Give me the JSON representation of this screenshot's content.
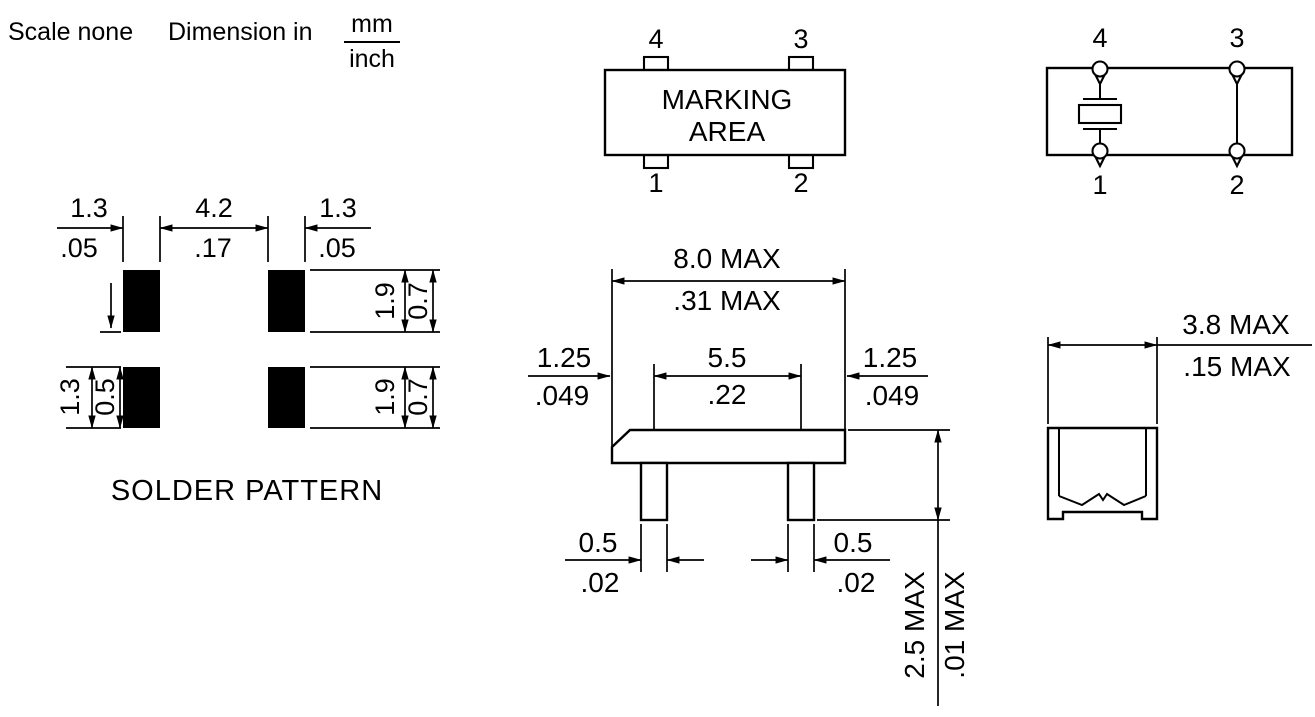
{
  "header": {
    "scale": "Scale none",
    "dimension_in": "Dimension in",
    "unit_mm": "mm",
    "unit_inch": "inch"
  },
  "solder_pattern": {
    "title": "SOLDER PATTERN",
    "pad_width_left_mm": "1.3",
    "pad_width_left_in": ".05",
    "pad_gap_mm": "4.2",
    "pad_gap_in": ".17",
    "pad_width_right_mm": "1.3",
    "pad_width_right_in": ".05",
    "pad_height_top_mm": "1.9",
    "pad_height_top_aux": "0.7",
    "pad_height_bottom_mm": "1.9",
    "pad_height_bottom_aux": "0.7",
    "pad_offset_mm": "1.3",
    "pad_offset_aux": "0.5"
  },
  "top_view": {
    "marking_line1": "MARKING",
    "marking_line2": "AREA",
    "pin1": "1",
    "pin2": "2",
    "pin3": "3",
    "pin4": "4"
  },
  "front_view": {
    "body_width_mm": "8.0 MAX",
    "body_width_in": ".31 MAX",
    "lead_span_mm": "5.5",
    "lead_span_in": ".22",
    "edge_left_mm": "1.25",
    "edge_left_in": ".049",
    "edge_right_mm": "1.25",
    "edge_right_in": ".049",
    "lead_width_left_mm": "0.5",
    "lead_width_left_in": ".02",
    "lead_width_right_mm": "0.5",
    "lead_width_right_in": ".02",
    "height_mm": "2.5 MAX",
    "height_in": ".01 MAX"
  },
  "bottom_view": {
    "pin1": "1",
    "pin2": "2",
    "pin3": "3",
    "pin4": "4"
  },
  "side_view": {
    "depth_mm": "3.8 MAX",
    "depth_in": ".15 MAX"
  }
}
